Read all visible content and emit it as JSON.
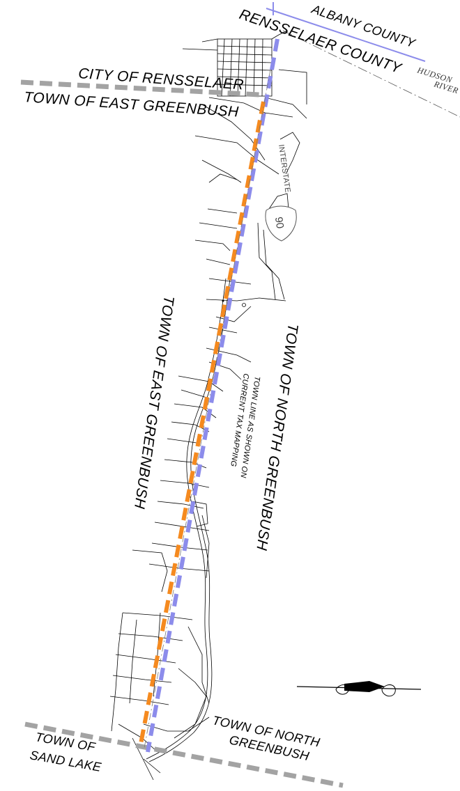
{
  "labels": {
    "albany_county": "ALBANY COUNTY",
    "rensselaer_county": "RENSSELAER COUNTY",
    "hudson": "HUDSON",
    "river": "RIVER",
    "city_of_rensselaer": "CITY OF RENSSELAER",
    "town_of_east_greenbush_top": "TOWN OF EAST GREENBUSH",
    "interstate": "INTERSTATE",
    "interstate_number": "90",
    "town_of_east_greenbush_vertical": "TOWN OF EAST GREENBUSH",
    "town_of_north_greenbush_vertical": "TOWN OF NORTH GREENBUSH",
    "town_line_note_line1": "TOWN LINE AS SHOWN ON",
    "town_line_note_line2": "CURRENT TAX MAPPING",
    "town_of_sand_lake_line1": "TOWN OF",
    "town_of_sand_lake_line2": "SAND LAKE",
    "town_of_north_greenbush_bottom_line1": "TOWN OF NORTH",
    "town_of_north_greenbush_bottom_line2": "GREENBUSH"
  },
  "colors": {
    "town_line_tax_map": "#f58a1f",
    "town_line_alt": "#8c8ceb",
    "county_line": "#8c8ceb",
    "municipal_boundary": "#a3a3a3",
    "linework": "#000000"
  },
  "icons": {
    "north_arrow": "north-arrow-icon",
    "interstate_shield": "interstate-shield-icon"
  }
}
